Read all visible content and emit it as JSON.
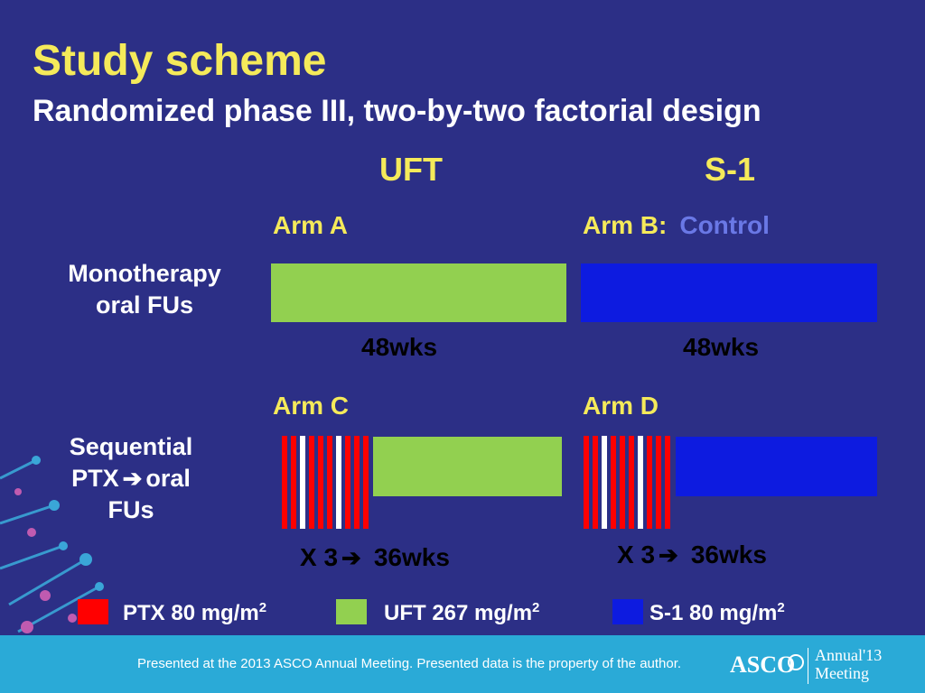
{
  "slide": {
    "title": "Study scheme",
    "subtitle": "Randomized phase III, two-by-two factorial design"
  },
  "columns": {
    "left": "UFT",
    "right": "S-1"
  },
  "rows": {
    "top_lines": [
      "Monotherapy",
      "oral FUs"
    ],
    "bottom_lines": [
      "Sequential",
      "PTX",
      "oral",
      "FUs"
    ]
  },
  "arms": {
    "a": "Arm A",
    "b": "Arm B",
    "b_sep": ":",
    "b_control": "Control",
    "c": "Arm C",
    "d": "Arm D"
  },
  "durations": {
    "a": "48wks",
    "b": "48wks",
    "c_cycles": "X 3",
    "c": "36wks",
    "d_cycles": "X 3",
    "d": "36wks"
  },
  "legend": {
    "ptx": "PTX  80 mg/m",
    "uft": "UFT  267 mg/m",
    "s1": "S-1 80 mg/m",
    "exponent": "2"
  },
  "colors": {
    "ptx": "#ff0000",
    "uft": "#92d050",
    "s1": "#0d1be0",
    "stripe_white": "#ffffff",
    "background": "#2c2f86",
    "accent": "#f5ea5a"
  },
  "footer": {
    "text": "Presented at the 2013 ASCO Annual Meeting. Presented data is the property of the author.",
    "logo_brand": "ASCO",
    "logo_line1": "Annual",
    "logo_year": "'13",
    "logo_line2": "Meeting"
  },
  "icons": {
    "arrow": "right-arrow-icon",
    "decoration": "molecule-dots-decoration"
  }
}
